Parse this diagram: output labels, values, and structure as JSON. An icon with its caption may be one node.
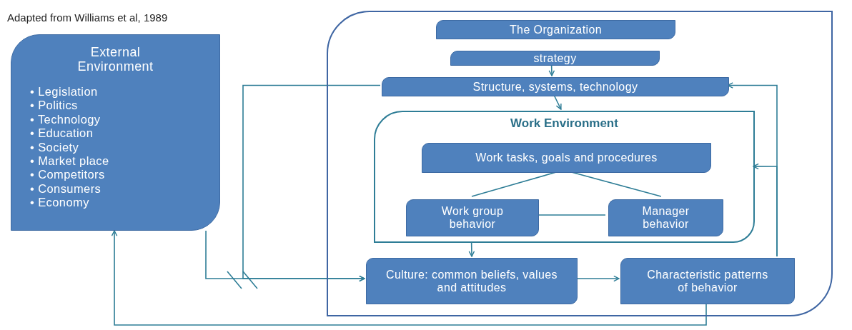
{
  "diagram": {
    "nodes": [
      {
        "text": [
          "External Environment",
          "• Legislation",
          "• Politics",
          "• Technology",
          "• Education",
          "• Society",
          "• Market place",
          "• Competitors",
          "• Consumers",
          "• Economy"
        ]
      },
      {
        "text": [],
        "shape": "box"
      },
      {
        "text": [
          "The Organization"
        ],
        "in": 1
      },
      {
        "text": [
          "strategy"
        ],
        "in": 1
      },
      {
        "text": [
          "Structure, systems, technology"
        ],
        "in": 1
      },
      {
        "text": [
          "Work Environment"
        ],
        "in": 1
      },
      {
        "text": [
          "Work tasks, goals and procedures"
        ],
        "in": 5
      },
      {
        "text": [
          "Work group behavior"
        ],
        "in": 5
      },
      {
        "text": [
          "Manager behavior"
        ],
        "in": 5
      },
      {
        "text": [
          "Culture: common beliefs, values and attitudes"
        ],
        "in": 1
      },
      {
        "text": [
          "Characteristic patterns of behavior"
        ],
        "in": 1
      }
    ],
    "edges": [
      {
        "from": 3,
        "to": 4,
        "arrow": "to"
      },
      {
        "from": 4,
        "to": 5,
        "arrow": "to"
      },
      {
        "from": 6,
        "to": 7,
        "arrow": "none"
      },
      {
        "from": 6,
        "to": 8,
        "arrow": "none"
      },
      {
        "from": 7,
        "to": 8,
        "arrow": "none"
      },
      {
        "from": 5,
        "to": 9,
        "arrow": "to"
      },
      {
        "from": 0,
        "to": 9,
        "arrow": "to"
      },
      {
        "from": 4,
        "to": 9,
        "arrow": "to"
      },
      {
        "from": 9,
        "to": 10,
        "arrow": "to"
      },
      {
        "from": 10,
        "to": 4,
        "arrow": "to"
      },
      {
        "from": 10,
        "to": 5,
        "arrow": "to"
      },
      {
        "from": 10,
        "to": 0,
        "arrow": "to"
      }
    ],
    "labels": [
      "Adapted from Williams et al, 1989"
    ]
  }
}
